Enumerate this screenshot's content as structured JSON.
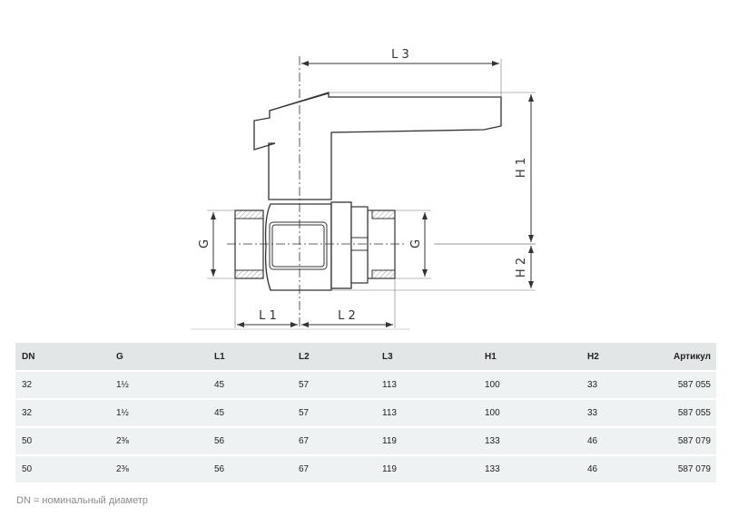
{
  "drawing": {
    "labels": {
      "l1": "L 1",
      "l2": "L 2",
      "l3": "L 3",
      "h1": "H 1",
      "h2": "H 2",
      "g_left": "G",
      "g_right": "G"
    }
  },
  "table": {
    "headers": [
      "DN",
      "G",
      "L1",
      "L2",
      "L3",
      "H1",
      "H2",
      "Артикул"
    ],
    "rows": [
      [
        "32",
        "1½",
        "45",
        "57",
        "113",
        "100",
        "33",
        "587 055"
      ],
      [
        "32",
        "1½",
        "45",
        "57",
        "113",
        "100",
        "33",
        "587 055"
      ],
      [
        "50",
        "2⅜",
        "56",
        "67",
        "119",
        "133",
        "46",
        "587 079"
      ],
      [
        "50",
        "2⅜",
        "56",
        "67",
        "119",
        "133",
        "46",
        "587 079"
      ]
    ]
  },
  "footnote": "DN  =  номинальный диаметр"
}
